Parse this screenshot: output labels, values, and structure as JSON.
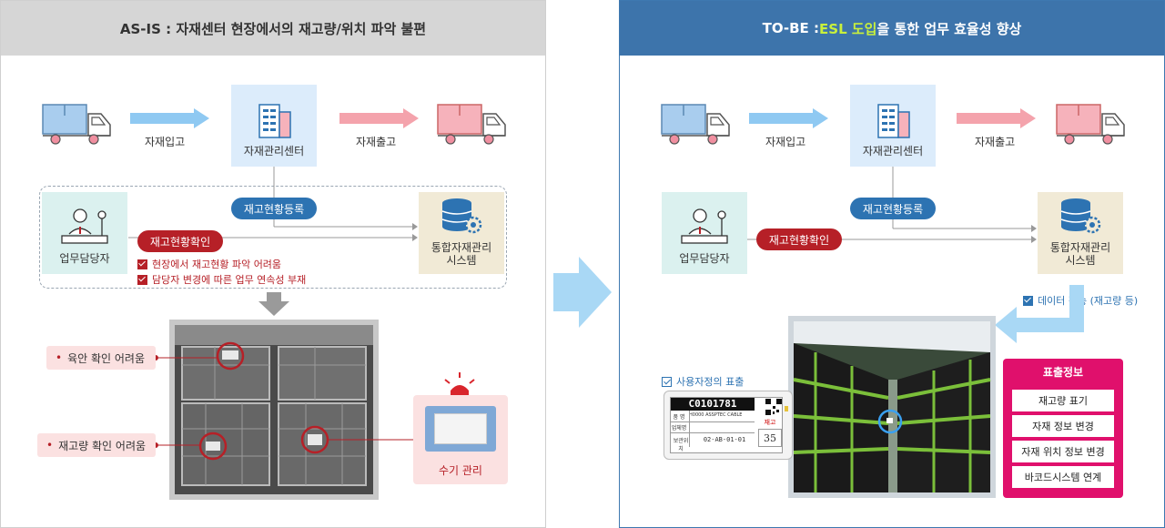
{
  "asis": {
    "title": "AS-IS : 자재센터 현장에서의 재고량/위치 파악 불편",
    "inbound": "자재입고",
    "center": "자재관리센터",
    "outbound": "자재출고",
    "register": "재고현황등록",
    "staff": "업무담당자",
    "check": "재고현황확인",
    "system": "통합자재관리\n시스템",
    "issues": [
      "현장에서 재고현황 파악 어려움",
      "담당자 변경에 따른 업무 연속성 부재"
    ],
    "notes": [
      "육안 확인 어려움",
      "재고량 확인 어려움"
    ],
    "manual": "수기 관리"
  },
  "tobe": {
    "title_prefix": "TO-BE : ",
    "title_highlight": "ESL 도입",
    "title_suffix": "을 통한 업무 효율성 향상",
    "inbound": "자재입고",
    "center": "자재관리센터",
    "outbound": "자재출고",
    "register": "재고현황등록",
    "staff": "업무담당자",
    "check": "재고현황확인",
    "system": "통합자재관리\n시스템",
    "transfer": "데이터 전송 (재고량 등)",
    "user_display": "사용자정의 표출",
    "esl": {
      "code": "C0101781",
      "row1_label": "품 명",
      "row1_value": "H0000 ASSPTEC CABLE",
      "row2_label": "업체명",
      "row3_label": "보관위치",
      "location": "02-AB-01-01",
      "stock_label": "재고",
      "stock": "35"
    },
    "display_title": "표출정보",
    "display_items": [
      "재고량 표기",
      "자재 정보 변경",
      "자재 위치 정보 변경",
      "바코드시스템 연계"
    ]
  },
  "colors": {
    "asis_header": "#d6d6d6",
    "tobe_header": "#3d74ab",
    "highlight": "#c8f03c",
    "accent_red": "#b62027",
    "accent_blue": "#2d73b2",
    "esl_panel": "#e0106c"
  }
}
